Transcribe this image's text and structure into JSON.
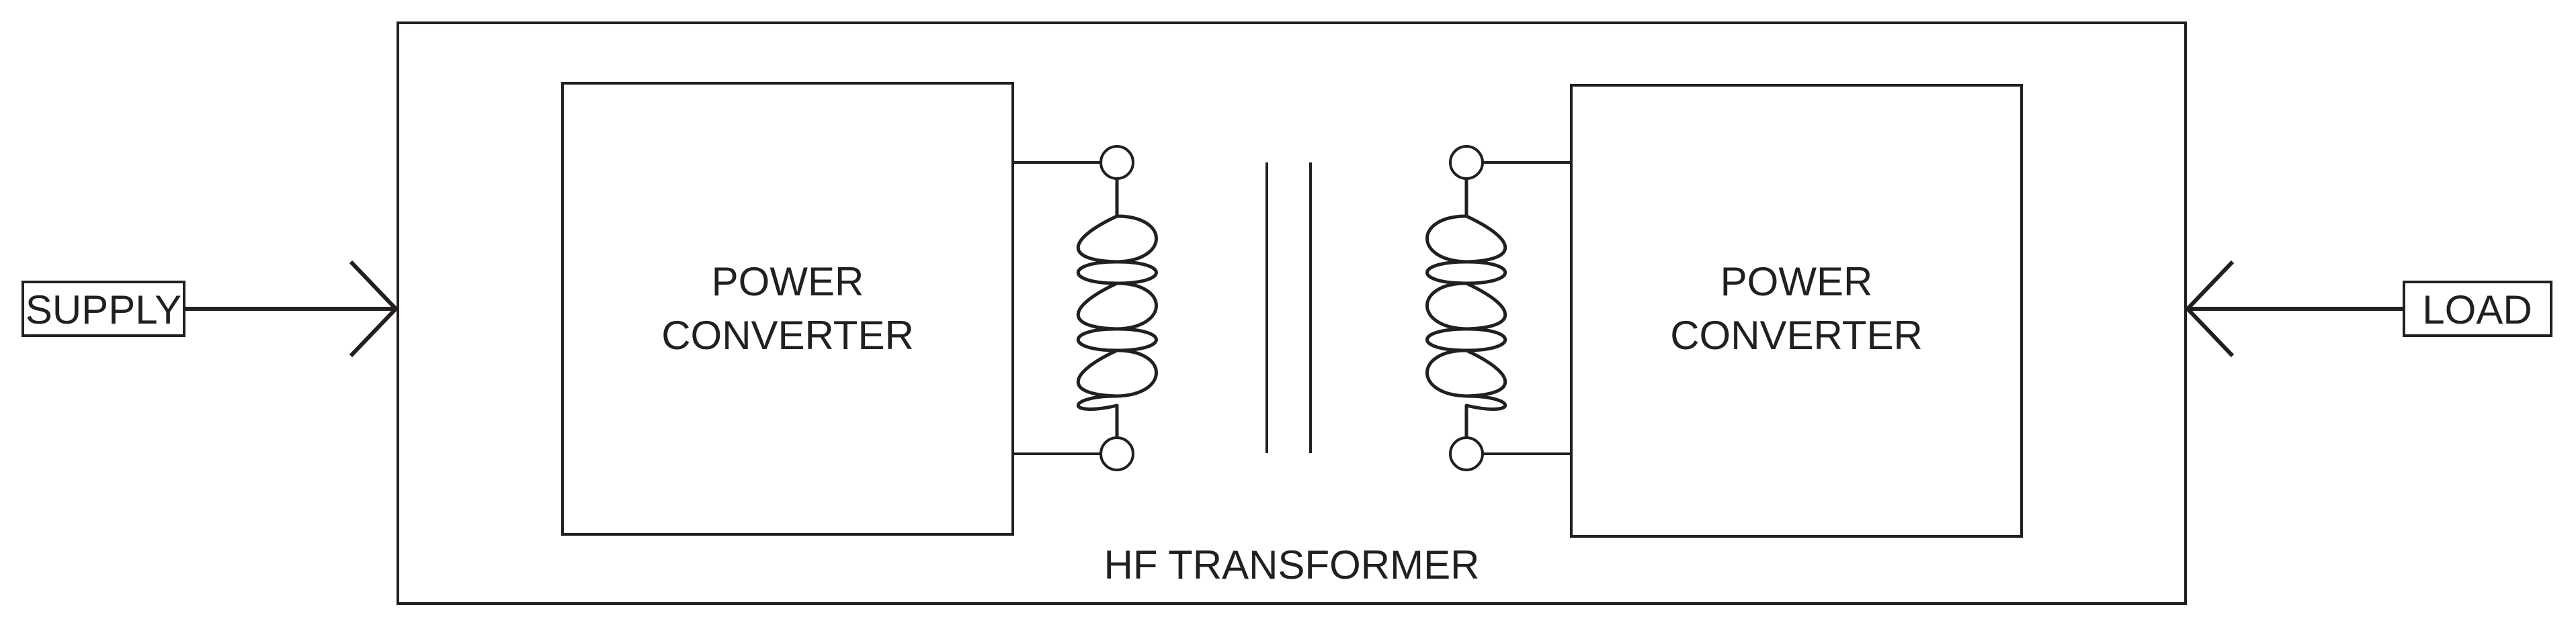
{
  "diagram": {
    "supply_label": "SUPPLY",
    "load_label": "LOAD",
    "converter_left": {
      "line1": "POWER",
      "line2": "CONVERTER"
    },
    "converter_right": {
      "line1": "POWER",
      "line2": "CONVERTER"
    },
    "transformer_label": "HF TRANSFORMER"
  },
  "colors": {
    "stroke": "#231f20",
    "background": "#ffffff"
  }
}
